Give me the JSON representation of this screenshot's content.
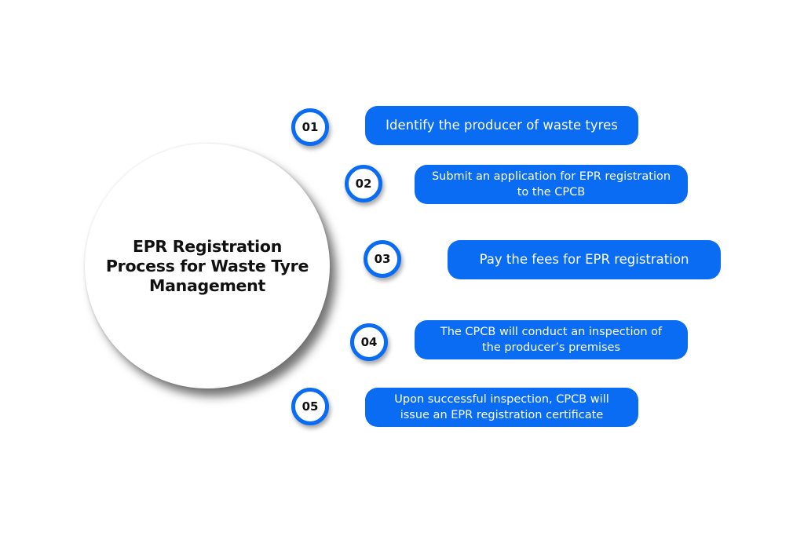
{
  "center": {
    "title_line1": "EPR Registration",
    "title_line2": "Process for Waste Tyre",
    "title_line3": "Management"
  },
  "steps": [
    {
      "number": "01",
      "line1": "Identify the producer of waste tyres",
      "line2": ""
    },
    {
      "number": "02",
      "line1": "Submit an application for EPR registration",
      "line2": "to the CPCB"
    },
    {
      "number": "03",
      "line1": "Pay the fees for EPR registration",
      "line2": ""
    },
    {
      "number": "04",
      "line1": "The CPCB will conduct an inspection of",
      "line2": "the producer’s premises"
    },
    {
      "number": "05",
      "line1": "Upon successful inspection, CPCB will",
      "line2": "issue an EPR registration certificate"
    }
  ],
  "colors": {
    "accent": "#0a6cf2",
    "pill_text": "#ffffff",
    "number_text": "#111111",
    "background": "#ffffff"
  }
}
